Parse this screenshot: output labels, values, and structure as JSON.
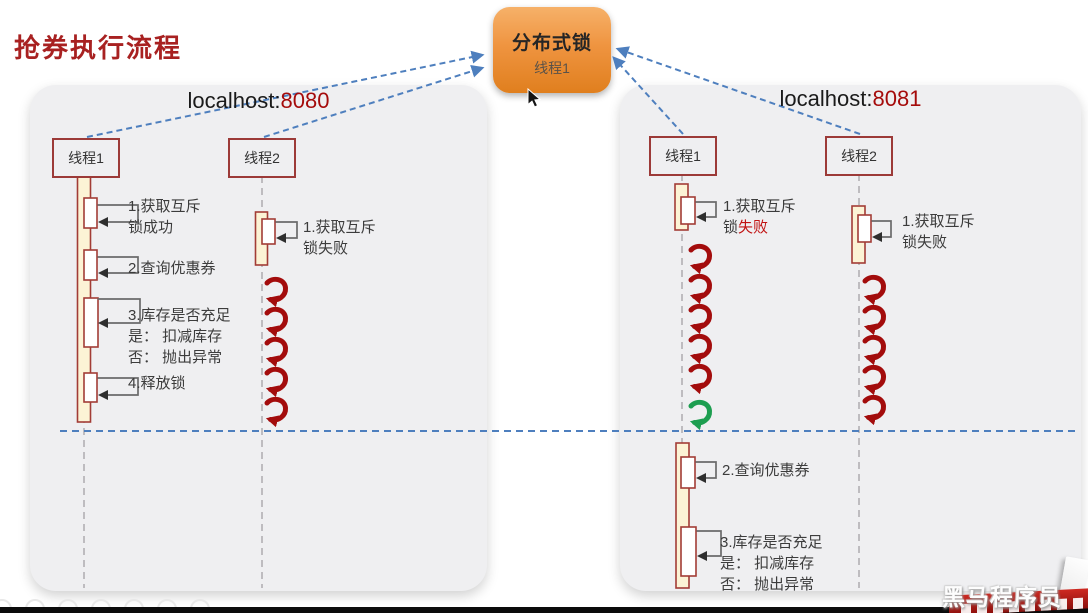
{
  "page": {
    "title": "抢券执行流程"
  },
  "lock_node": {
    "title": "分布式锁",
    "subtitle": "线程1"
  },
  "left_panel": {
    "host": "localhost:",
    "port": "8080",
    "thread1_label": "线程1",
    "thread2_label": "线程2",
    "thread1_steps": {
      "s1_line1": "1.获取互斥",
      "s1_line2": "锁成功",
      "s2_line1": "2.查询优惠券",
      "s3_line1": "3.库存是否充足",
      "s3_line2": "是： 扣减库存",
      "s3_line3": "否： 抛出异常",
      "s4_line1": "4.释放锁"
    },
    "thread2_steps": {
      "s1_line1": "1.获取互斥",
      "s1_line2": "锁失败"
    }
  },
  "right_panel": {
    "host": "localhost:",
    "port": "8081",
    "thread1_label": "线程1",
    "thread2_label": "线程2",
    "thread1_steps": {
      "s1_line1": "1.获取互斥",
      "s1_line2_black": "锁",
      "s1_line2_red": "失败",
      "s2_line1": "2.查询优惠券",
      "s3_line1": "3.库存是否充足",
      "s3_line2": "是： 扣减库存",
      "s3_line3": "否： 抛出异常"
    },
    "thread2_steps": {
      "s1_line1": "1.获取互斥",
      "s1_line2": "锁失败"
    }
  },
  "watermark": {
    "brand": "黑马程序员"
  },
  "colors": {
    "title_red": "#a82121",
    "port_red": "#a50b0b",
    "fail_red": "#c11212",
    "panel_bg": "#efeff1",
    "box_border": "#9c3a38",
    "activation_fill": "#fcf3d5",
    "dashed_blue": "#4e7fbe",
    "loop_red": "#a30c0c",
    "loop_green": "#1d9e50",
    "lock_gradient_top": "#f6b169",
    "lock_gradient_bottom": "#e07f1e"
  }
}
